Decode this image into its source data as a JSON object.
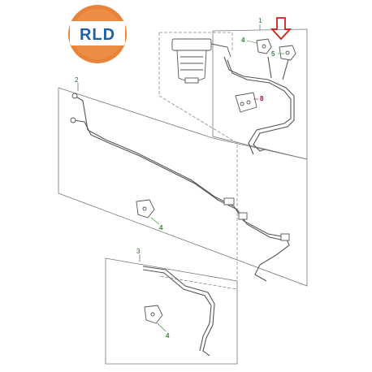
{
  "logo": {
    "text": "RLD",
    "ring_color": "#e8833a",
    "text_color": "#1f5fa8"
  },
  "callouts": {
    "group1": "1",
    "group2": "2",
    "group3": "3",
    "clip4_a": "4",
    "clip4_b": "4",
    "clip4_c": "4",
    "clip5": "5",
    "part8": "8"
  },
  "highlight": {
    "arrow_color": "#d0201a",
    "icon": "down-arrow-icon"
  },
  "colors": {
    "line": "#555555",
    "callout_green": "#2e8b2e",
    "callout_magenta": "#b0005a"
  }
}
